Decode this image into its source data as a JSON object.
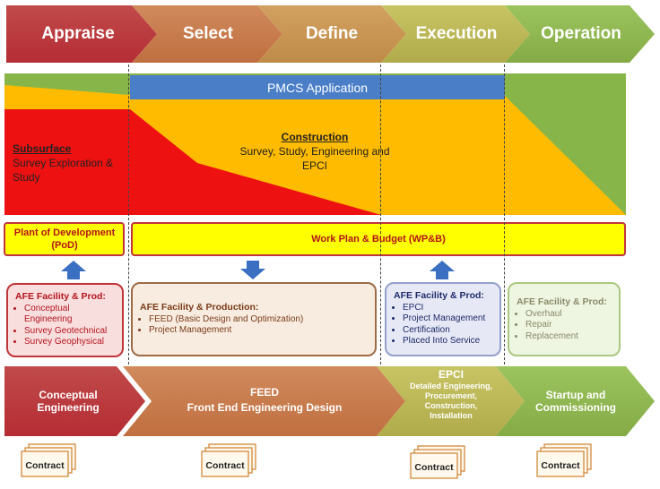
{
  "phases": [
    "Appraise",
    "Select",
    "Define",
    "Execution",
    "Operation"
  ],
  "pmcs_label": "PMCS Application",
  "subsurface": {
    "title": "Subsurface",
    "text": "Survey Exploration & Study"
  },
  "construction": {
    "title": "Construction",
    "text": "Survey, Study, Engineering and EPCI"
  },
  "pod_label": "Plant of Development (PoD)",
  "wpb_label": "Work Plan & Budget (WP&B)",
  "afe_boxes": [
    {
      "title": "AFE Facility & Prod:",
      "items": [
        "Conceptual Engineering",
        "Survey Geotechnical",
        "Survey Geophysical"
      ]
    },
    {
      "title": "AFE Facility & Production:",
      "items": [
        "FEED (Basic Design and Optimization)",
        "Project Management"
      ]
    },
    {
      "title": "AFE Facility & Prod:",
      "items": [
        "EPCI",
        "Project Management",
        "Certification",
        "Placed Into Service"
      ]
    },
    {
      "title": "AFE Facility & Prod:",
      "items": [
        "Overhaul",
        "Repair",
        "Replacement"
      ]
    }
  ],
  "stages": {
    "conceptual": "Conceptual Engineering",
    "feed_title": "FEED",
    "feed_sub": "Front End Engineering Design",
    "epci_title": "EPCI",
    "epci_sub": "Detailed Engineering, Procurement, Construction, Installation",
    "startup": "Startup and Commissioning"
  },
  "contract_label": "Contract",
  "colors": {
    "appraise": "#c0353a",
    "select": "#c97b4a",
    "define": "#c79a52",
    "execution": "#b8b85a",
    "operation": "#8fb64e",
    "pmcs": "#4a7fc8",
    "red_area": "#ee1111",
    "yellow_area": "#ffbb00",
    "green_area": "#88b549",
    "bar_yellow": "#ffff00",
    "bar_border": "#c0353a"
  }
}
